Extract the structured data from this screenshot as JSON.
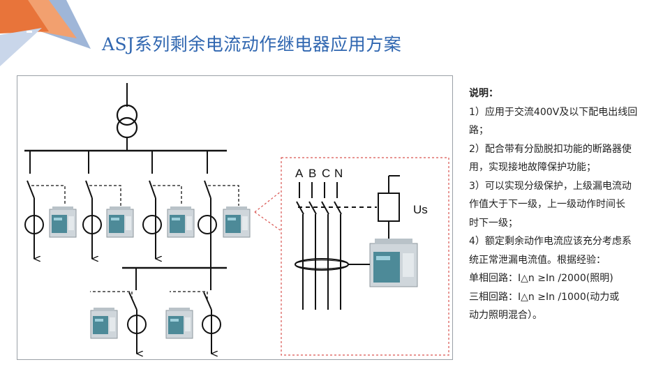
{
  "header": {
    "title": "ASJ系列剩余电流动作继电器应用方案"
  },
  "diagram": {
    "phase_labels": [
      "A",
      "B",
      "C",
      "N"
    ],
    "voltage_label": "Us"
  },
  "notes": {
    "heading": "说明：",
    "item1_line1": "1）应用于交流400V及以下配电出线回",
    "item1_line2": "路；",
    "item2_line1": "2）配合带有分励脱扣功能的断路器使",
    "item2_line2": "用，实现接地故障保护功能；",
    "item3_line1": "3）可以实现分级保护，上级漏电流动",
    "item3_line2": "作值大于下一级，上一级动作时间长",
    "item3_line3": "时下一级；",
    "item4_line1": "4）额定剩余动作电流应该充分考虑系",
    "item4_line2": "统正常泄漏电流值。根据经验：",
    "single_phase": "单相回路：I△n ≥In /2000(照明)",
    "three_phase_line1": "三相回路：I△n ≥In /1000(动力或",
    "three_phase_line2": "动力照明混合）。"
  },
  "colors": {
    "title": "#2f66b0",
    "accent_orange": "#e8743a",
    "accent_blue": "#4a72b8",
    "callout_dash": "#d9534f",
    "relay_body": "#cfd6db",
    "relay_face": "#4d8a98"
  }
}
